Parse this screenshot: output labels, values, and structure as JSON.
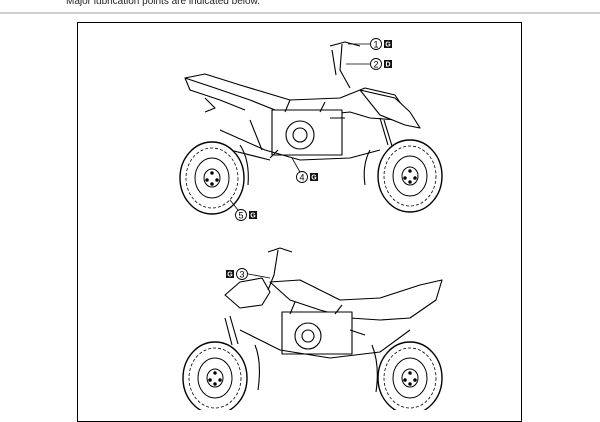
{
  "document": {
    "intro_text": "Major lubrication points are indicated below."
  },
  "callouts": [
    {
      "num": "1",
      "symbol": "G"
    },
    {
      "num": "2",
      "symbol": "D"
    },
    {
      "num": "3",
      "symbol": "G"
    },
    {
      "num": "4",
      "symbol": "G"
    },
    {
      "num": "5",
      "symbol": "G"
    }
  ]
}
